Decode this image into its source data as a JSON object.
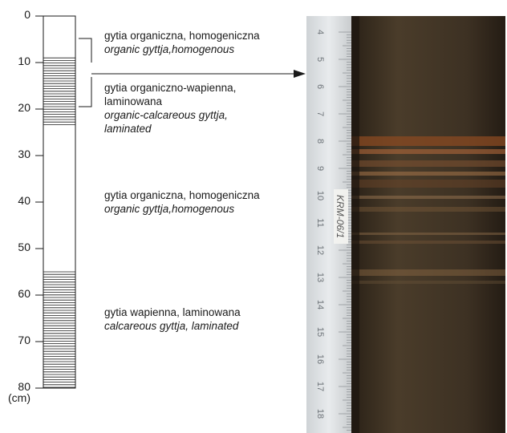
{
  "axis": {
    "ticks": [
      "0",
      "10",
      "20",
      "30",
      "40",
      "50",
      "60",
      "70",
      "80"
    ],
    "unit": "(cm)"
  },
  "descriptions": [
    {
      "pl": "gytia organiczna, homogeniczna",
      "en": "organic gyttja,homogenous"
    },
    {
      "pl": "gytia organiczno-wapienna,",
      "pl2": "laminowana",
      "en": "organic-calcareous gyttja,",
      "en2": "laminated"
    },
    {
      "pl": "gytia organiczna, homogeniczna",
      "en": "organic gyttja,homogenous"
    },
    {
      "pl": "gytia wapienna, laminowana",
      "en": "calcareous gyttja, laminated"
    }
  ],
  "core_intervals_cm": [
    {
      "from": 0,
      "to": 9,
      "type": "homogenous"
    },
    {
      "from": 9,
      "to": 23.5,
      "type": "laminated"
    },
    {
      "from": 23.5,
      "to": 55,
      "type": "homogenous"
    },
    {
      "from": 55,
      "to": 80,
      "type": "laminated"
    }
  ],
  "photo": {
    "ruler_numbers": [
      "4",
      "5",
      "6",
      "7",
      "8",
      "9",
      "10",
      "11",
      "12",
      "13",
      "14",
      "15",
      "16",
      "17",
      "18"
    ],
    "sample_label": "KRM-06/1"
  }
}
